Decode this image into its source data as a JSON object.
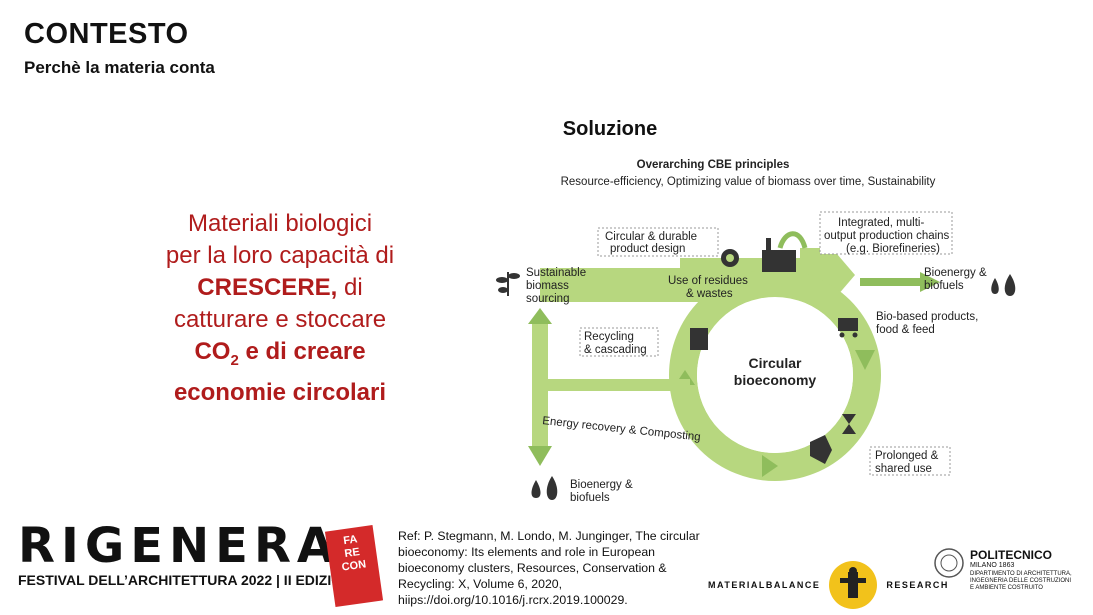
{
  "header": {
    "title": "CONTESTO",
    "subtitle": "Perchè la materia conta"
  },
  "headline": "Soluzione",
  "claim": {
    "line1": "Materiali biologici",
    "line2": "per la loro capacità di",
    "line3_bold": "CRESCERE,",
    "line3_rest": " di",
    "line4": "catturare e stoccare",
    "line5_co": "CO",
    "line5_sub": "2",
    "line5_rest": " e di creare",
    "line6": "economie circolari"
  },
  "diagram": {
    "principles_title": "Overarching CBE principles",
    "principles_text": "Resource-efficiency, Optimizing value of biomass over time, Sustainability",
    "center": [
      "Circular",
      "bioeconomy"
    ],
    "labels": {
      "sustainable": [
        "Sustainable",
        "biomass",
        "sourcing"
      ],
      "circular_design": [
        "Circular & durable",
        "product design"
      ],
      "integrated": [
        "Integrated, multi-",
        "output production chains",
        "(e.g. Biorefineries)"
      ],
      "bioenergy_top": [
        "Bioenergy &",
        "biofuels"
      ],
      "residues": [
        "Use of residues",
        "& wastes"
      ],
      "biobased": [
        "Bio-based products,",
        "food & feed"
      ],
      "recycling": [
        "Recycling",
        "& cascading"
      ],
      "energy_recovery": "Energy recovery & Composting",
      "prolonged": [
        "Prolonged &",
        "shared use"
      ],
      "bioenergy_bottom": [
        "Bioenergy &",
        "biofuels"
      ]
    },
    "colors": {
      "arrow": "#b7d77f",
      "arrow_dark": "#8fbd5c",
      "icon": "#333333"
    }
  },
  "footer": {
    "rigenera": "RIGENERA",
    "festival": "FESTIVAL DELL’ARCHITETTURA 2022 | II EDIZIONE",
    "fare": [
      "FA",
      "RE",
      "CON"
    ],
    "ref": "Ref: P. Stegmann, M. Londo, M. Junginger, The circular bioeconomy: Its elements and role in European bioeconomy clusters, Resources, Conservation & Recycling: X, Volume 6, 2020, hiips://doi.org/10.1016/j.rcrx.2019.100029.",
    "mb_left": "MATERIALBALANCE",
    "mb_right": "RESEARCH",
    "poli_name": "POLITECNICO",
    "poli_city": "MILANO 1863",
    "poli_dept": [
      "DIPARTIMENTO DI ARCHITETTURA,",
      "INGEGNERIA DELLE COSTRUZIONI",
      "E AMBIENTE COSTRUITO"
    ]
  }
}
